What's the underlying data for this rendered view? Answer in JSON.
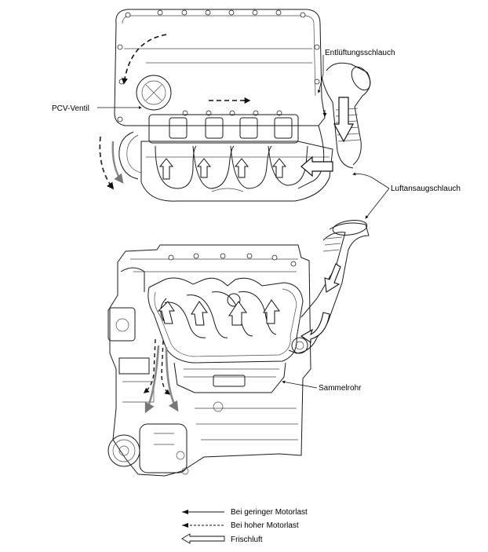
{
  "labels": {
    "pcv_valve": "PCV-Ventil",
    "breather_hose": "Entlüftungsschlauch",
    "air_intake_hose": "Luftansaugschlauch",
    "manifold": "Sammelrohr"
  },
  "legend": {
    "low_load": "Bei geringer Motorlast",
    "high_load": "Bei hoher Motorlast",
    "fresh_air": "Frischluft"
  }
}
